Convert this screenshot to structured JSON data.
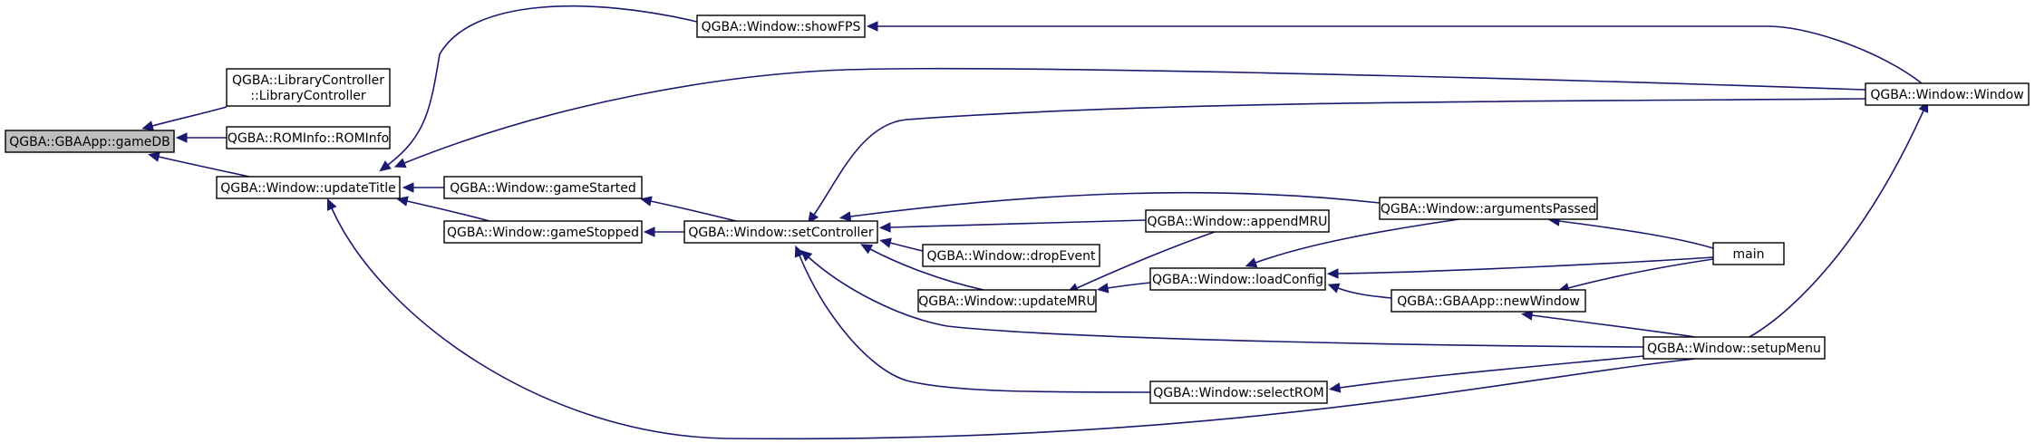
{
  "graph": {
    "root": "QGBA::GBAApp::gameDB",
    "nodes": [
      {
        "id": "gameDB",
        "lines": [
          "QGBA::GBAApp::gameDB"
        ],
        "root": true
      },
      {
        "id": "libctrl",
        "lines": [
          "QGBA::LibraryController",
          "::LibraryController"
        ]
      },
      {
        "id": "rominfo",
        "lines": [
          "QGBA::ROMInfo::ROMInfo"
        ]
      },
      {
        "id": "updateTitle",
        "lines": [
          "QGBA::Window::updateTitle"
        ]
      },
      {
        "id": "showFPS",
        "lines": [
          "QGBA::Window::showFPS"
        ]
      },
      {
        "id": "gameStarted",
        "lines": [
          "QGBA::Window::gameStarted"
        ]
      },
      {
        "id": "gameStopped",
        "lines": [
          "QGBA::Window::gameStopped"
        ]
      },
      {
        "id": "setController",
        "lines": [
          "QGBA::Window::setController"
        ]
      },
      {
        "id": "appendMRU",
        "lines": [
          "QGBA::Window::appendMRU"
        ]
      },
      {
        "id": "dropEvent",
        "lines": [
          "QGBA::Window::dropEvent"
        ]
      },
      {
        "id": "updateMRU",
        "lines": [
          "QGBA::Window::updateMRU"
        ]
      },
      {
        "id": "loadConfig",
        "lines": [
          "QGBA::Window::loadConfig"
        ]
      },
      {
        "id": "selectROM",
        "lines": [
          "QGBA::Window::selectROM"
        ]
      },
      {
        "id": "argumentsPassed",
        "lines": [
          "QGBA::Window::argumentsPassed"
        ]
      },
      {
        "id": "newWindow",
        "lines": [
          "QGBA::GBAApp::newWindow"
        ]
      },
      {
        "id": "window",
        "lines": [
          "QGBA::Window::Window"
        ]
      },
      {
        "id": "main",
        "lines": [
          "main"
        ]
      },
      {
        "id": "setupMenu",
        "lines": [
          "QGBA::Window::setupMenu"
        ]
      }
    ],
    "edges": [
      {
        "from": "libctrl",
        "to": "gameDB"
      },
      {
        "from": "rominfo",
        "to": "gameDB"
      },
      {
        "from": "updateTitle",
        "to": "gameDB"
      },
      {
        "from": "showFPS",
        "to": "updateTitle"
      },
      {
        "from": "window",
        "to": "updateTitle"
      },
      {
        "from": "gameStarted",
        "to": "updateTitle"
      },
      {
        "from": "gameStopped",
        "to": "updateTitle"
      },
      {
        "from": "setupMenu",
        "to": "updateTitle"
      },
      {
        "from": "window",
        "to": "showFPS"
      },
      {
        "from": "setController",
        "to": "gameStarted"
      },
      {
        "from": "setController",
        "to": "gameStopped"
      },
      {
        "from": "window",
        "to": "setController"
      },
      {
        "from": "argumentsPassed",
        "to": "setController"
      },
      {
        "from": "appendMRU",
        "to": "setController"
      },
      {
        "from": "dropEvent",
        "to": "setController"
      },
      {
        "from": "updateMRU",
        "to": "setController"
      },
      {
        "from": "setupMenu",
        "to": "setController"
      },
      {
        "from": "selectROM",
        "to": "setController"
      },
      {
        "from": "appendMRU",
        "to": "updateMRU"
      },
      {
        "from": "loadConfig",
        "to": "updateMRU"
      },
      {
        "from": "argumentsPassed",
        "to": "loadConfig"
      },
      {
        "from": "main",
        "to": "loadConfig"
      },
      {
        "from": "newWindow",
        "to": "loadConfig"
      },
      {
        "from": "setupMenu",
        "to": "selectROM"
      },
      {
        "from": "main",
        "to": "argumentsPassed"
      },
      {
        "from": "main",
        "to": "newWindow"
      },
      {
        "from": "setupMenu",
        "to": "newWindow"
      },
      {
        "from": "setupMenu",
        "to": "window"
      }
    ]
  },
  "colors": {
    "edge": "#191970",
    "root_fill": "#bfbfbf",
    "node_fill": "#ffffff",
    "node_border": "#000000"
  }
}
